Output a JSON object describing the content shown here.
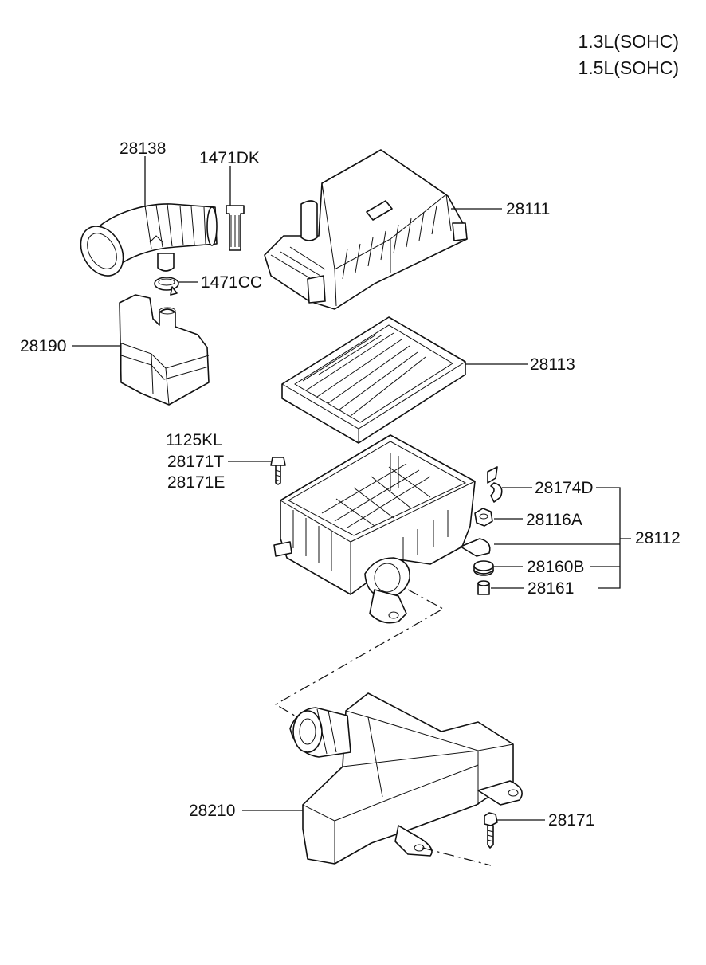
{
  "header": {
    "engine_1": "1.3L(SOHC)",
    "engine_2": "1.5L(SOHC)"
  },
  "parts": {
    "p28138": "28138",
    "p1471DK": "1471DK",
    "p28111": "28111",
    "p1471CC": "1471CC",
    "p28190": "28190",
    "p28113": "28113",
    "p1125KL": "1125KL",
    "p28171T": "28171T",
    "p28171E": "28171E",
    "p28174D": "28174D",
    "p28116A": "28116A",
    "p28112": "28112",
    "p28160B": "28160B",
    "p28161": "28161",
    "p28210": "28210",
    "p28171": "28171"
  }
}
